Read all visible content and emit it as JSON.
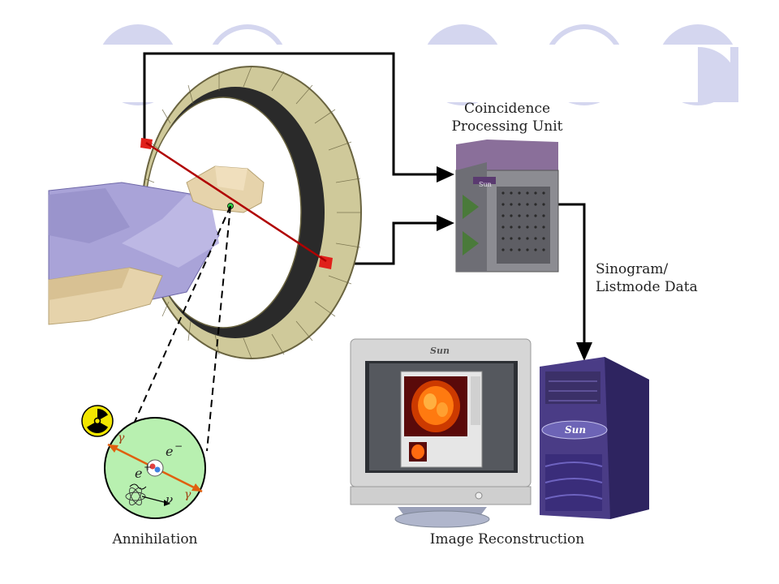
{
  "labels": {
    "coincidence_line1": "Coincidence",
    "coincidence_line2": "Processing Unit",
    "sinogram_line1": "Sinogram/",
    "sinogram_line2": "Listmode Data",
    "annihilation": "Annihilation",
    "image_reconstruction": "Image Reconstruction"
  },
  "particles": {
    "gamma": "γ",
    "electron": "e",
    "electron_sign": "−",
    "positron": "e",
    "positron_sign": "+",
    "neutrino": "ν"
  },
  "brand": {
    "sun_logo_text": "Sun"
  },
  "colors": {
    "decor_circles": "#d4d6ef",
    "ring": "#cfc99a",
    "patient_body": "#a9a3d8",
    "patient_skin": "#e6d3ab",
    "line_of_response": "#cc0000",
    "annihilation_circle": "#b8f0b0",
    "radiation_badge": "#f2e600"
  }
}
